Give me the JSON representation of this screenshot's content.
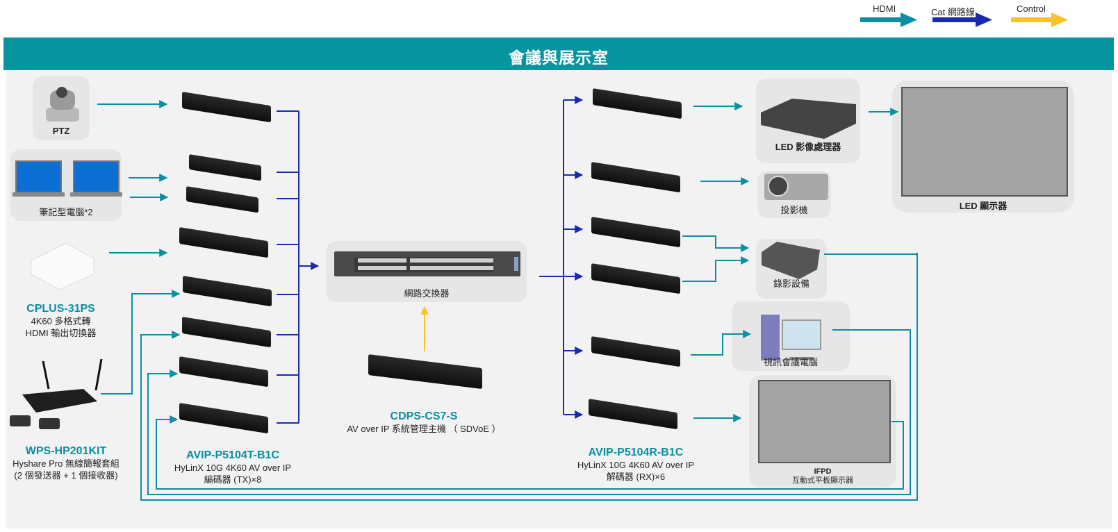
{
  "legend": {
    "items": [
      {
        "label": "HDMI",
        "color": "#0a8ea3"
      },
      {
        "label": "Cat 網路線",
        "color": "#1a2ab0"
      },
      {
        "label": "Control",
        "color": "#fcc22a"
      }
    ]
  },
  "header": {
    "title": "會議與展示室"
  },
  "sources": {
    "ptz": {
      "label": "PTZ"
    },
    "laptops": {
      "label": "筆記型電腦*2"
    },
    "cplus": {
      "model": "CPLUS-31PS",
      "desc1": "4K60 多格式轉",
      "desc2": "HDMI 輸出切換器"
    },
    "wps": {
      "model": "WPS-HP201KIT",
      "desc1": "Hyshare Pro 無線簡報套組",
      "desc2": "(2 個發送器 + 1 個接收器)"
    }
  },
  "encoder": {
    "model": "AVIP-P5104T-B1C",
    "desc1": "HyLinX 10G 4K60 AV over IP",
    "desc2": "編碼器 (TX)×8",
    "count": 8
  },
  "switch": {
    "label": "網路交換器"
  },
  "controller": {
    "model": "CDPS-CS7-S",
    "desc": "AV over IP 系統管理主機 （ SDVoE ）"
  },
  "decoder": {
    "model": "AVIP-P5104R-B1C",
    "desc1": "HyLinX 10G 4K60 AV over IP",
    "desc2": "解碼器 (RX)×6",
    "count": 6
  },
  "sinks": {
    "led_processor": {
      "label": "LED 影像處理器"
    },
    "projector": {
      "label": "投影機"
    },
    "recorder": {
      "label": "錄影設備"
    },
    "vc_pc": {
      "label": "視訊會議電腦"
    },
    "led_display": {
      "label": "LED 顯示器"
    },
    "ifpd": {
      "title": "IFPD",
      "subtitle": "互動式平板顯示器"
    }
  },
  "colors": {
    "hdmi": "#0a8ea3",
    "cat": "#1a2ab0",
    "control": "#fcc22a",
    "header": "#06949f"
  }
}
